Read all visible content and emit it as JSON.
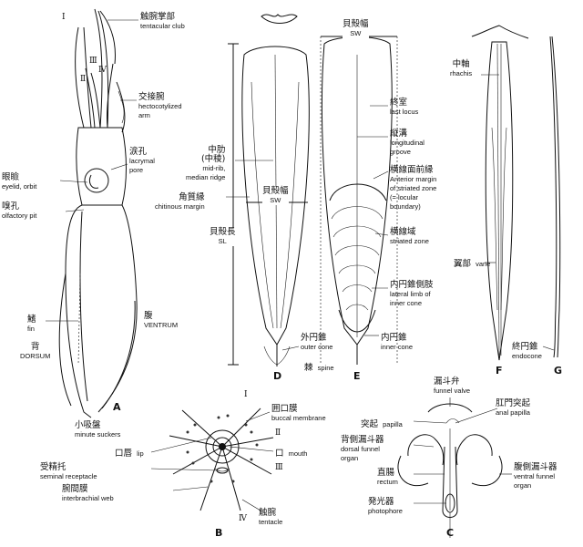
{
  "panels": {
    "A": "A",
    "B": "B",
    "C": "C",
    "D": "D",
    "E": "E",
    "F": "F",
    "G": "G"
  },
  "roman": {
    "I": "Ⅰ",
    "II": "Ⅱ",
    "III": "Ⅲ",
    "IV": "Ⅳ"
  },
  "panelA": {
    "tentacular_club": {
      "jp": "触腕掌部",
      "en": "tentacular club"
    },
    "hectocotylized_arm": {
      "jp": "交接腕",
      "en1": "hectocotylized",
      "en2": "arm"
    },
    "lacrymal_pore": {
      "jp": "涙孔",
      "en1": "lacrymal",
      "en2": "pore"
    },
    "eyelid": {
      "jp": "眼瞼",
      "en": "eyelid, orbit"
    },
    "olfactory": {
      "jp": "嗅孔",
      "en": "olfactory pit"
    },
    "fin": {
      "jp": "鰭",
      "en": "fin"
    },
    "ventrum": {
      "jp": "腹",
      "en": "VENTRUM"
    },
    "dorsum": {
      "jp": "背",
      "en": "DORSUM"
    }
  },
  "panelD": {
    "midrib": {
      "jp1": "中肋",
      "jp2": "(中稜)",
      "en1": "mid-rib,",
      "en2": "median ridge"
    },
    "chitinous": {
      "jp": "角質縁",
      "en": "chitinous margin"
    },
    "sw": {
      "jp": "貝殻幅",
      "en": "SW"
    },
    "sl": {
      "jp": "貝殻長",
      "en": "SL"
    },
    "spine": {
      "jp": "棘",
      "en": "spine"
    },
    "outer_cone": {
      "jp": "外円錐",
      "en": "outer cone"
    }
  },
  "panelE": {
    "sw": {
      "jp": "貝殻幅",
      "en": "SW"
    },
    "last_locus": {
      "jp": "終室",
      "en": "last locus"
    },
    "groove": {
      "jp": "縦溝",
      "en1": "longitudinal",
      "en2": "groove"
    },
    "anterior_margin": {
      "jp": "横線面前縁",
      "en1": "Anterior margin",
      "en2": "of striated zone",
      "en3": "(= locular",
      "en4": "boundary)"
    },
    "striated_zone": {
      "jp": "横線域",
      "en": "striated zone"
    },
    "lateral_limb": {
      "jp": "内円錐側肢",
      "en1": "lateral limb of",
      "en2": "inner cone"
    },
    "inner_cone": {
      "jp": "内円錐",
      "en": "inner cone"
    }
  },
  "panelF": {
    "rhachis": {
      "jp": "中軸",
      "en": "rhachis"
    },
    "vane": {
      "jp": "翼部",
      "en": "vane"
    },
    "endocone": {
      "jp": "終円錐",
      "en": "endocone"
    }
  },
  "panelB": {
    "buccal": {
      "jp": "囲口膜",
      "en": "buccal membrane"
    },
    "suckers": {
      "jp": "小吸盤",
      "en": "minute suckers"
    },
    "lip": {
      "jp": "口唇",
      "en": "lip"
    },
    "mouth": {
      "jp": "口",
      "en": "mouth"
    },
    "seminal": {
      "jp": "受精托",
      "en": "seminal receptacle"
    },
    "web": {
      "jp": "腕間膜",
      "en": "interbrachial web"
    },
    "tentacle": {
      "jp": "触腕",
      "en": "tentacle"
    }
  },
  "panelC": {
    "funnel_valve": {
      "jp": "漏斗弁",
      "en": "funnel valve"
    },
    "anal_papilla": {
      "jp": "肛門突起",
      "en": "anal papilla"
    },
    "papilla": {
      "jp": "突起",
      "en": "papilla"
    },
    "dorsal_organ": {
      "jp": "背側漏斗器",
      "en1": "dorsal funnel",
      "en2": "organ"
    },
    "ventral_organ": {
      "jp": "腹側漏斗器",
      "en1": "ventral funnel",
      "en2": "organ"
    },
    "rectum": {
      "jp": "直腸",
      "en": "rectum"
    },
    "photophore": {
      "jp": "発光器",
      "en": "photophore"
    }
  }
}
